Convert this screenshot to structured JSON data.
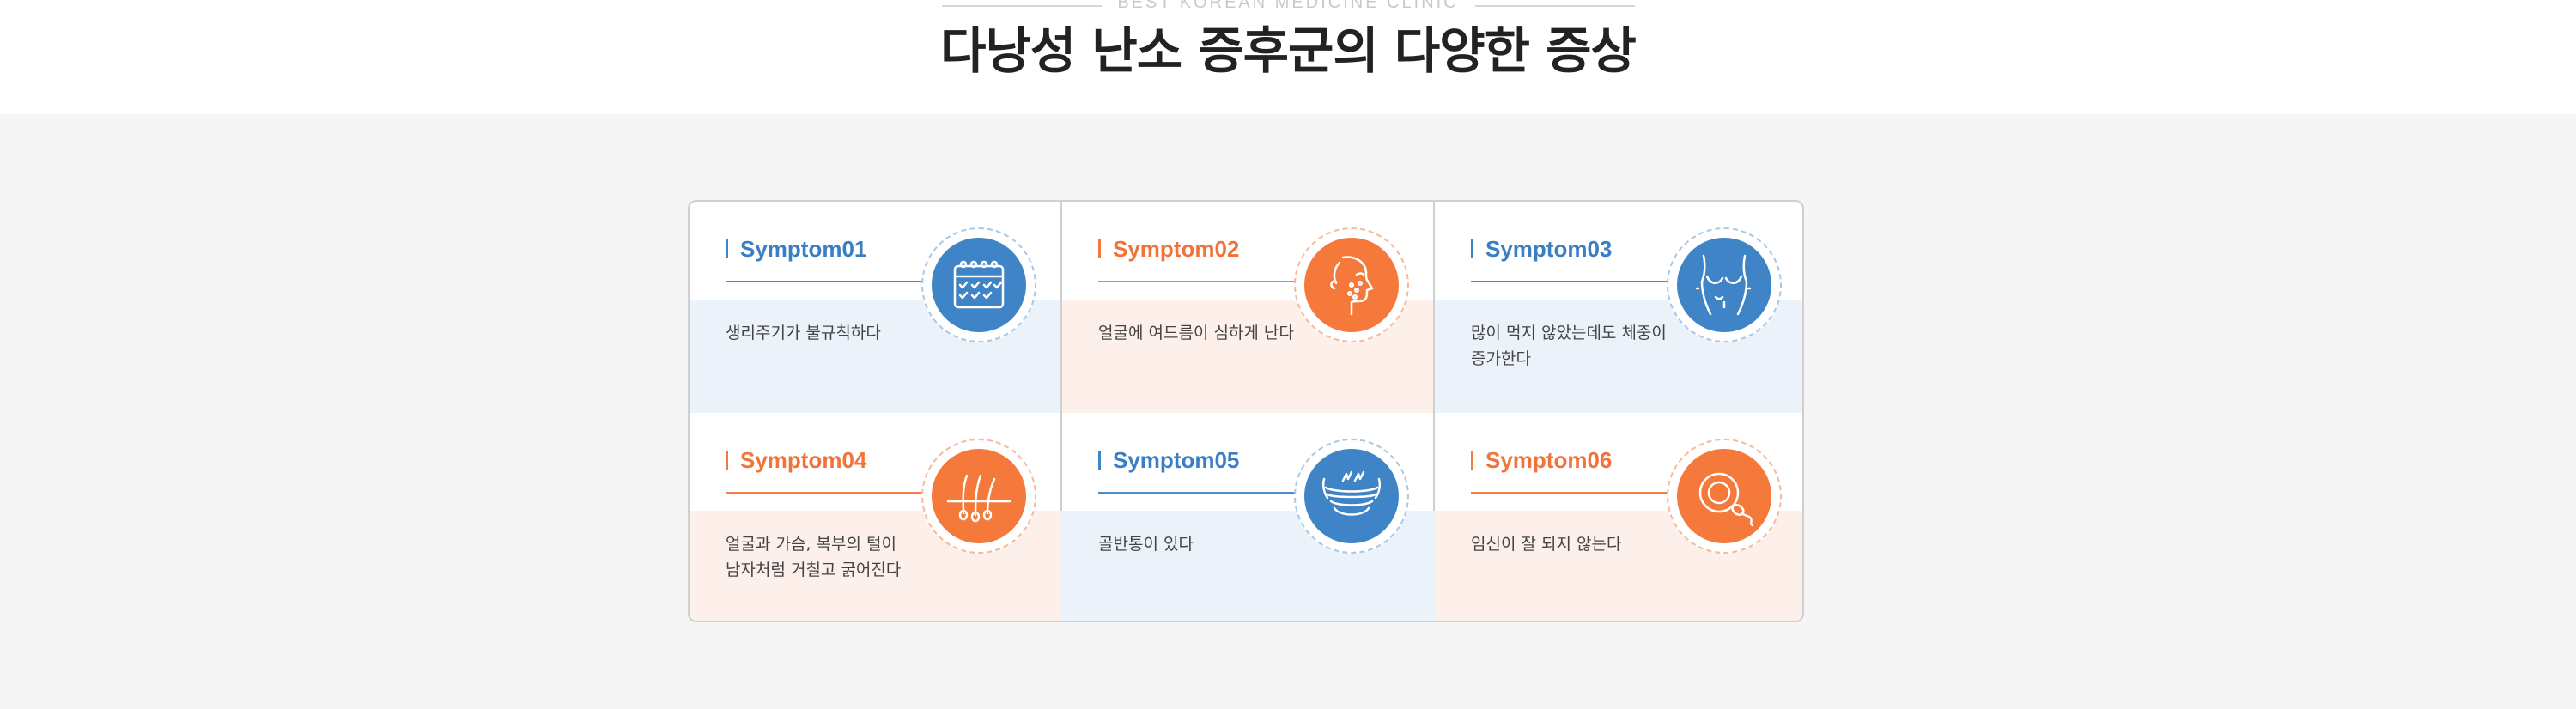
{
  "header": {
    "eyebrow": "BEST KOREAN MEDICINE CLINIC",
    "title": "다낭성 난소 증후군의 다양한 증상"
  },
  "colors": {
    "blue": "#3f84c6",
    "orange": "#f4793b"
  },
  "symptoms": [
    {
      "label": "Symptom01",
      "desc": "생리주기가 불규칙하다",
      "color": "blue",
      "icon": "calendar-icon"
    },
    {
      "label": "Symptom02",
      "desc": "얼굴에 여드름이 심하게 난다",
      "color": "orange",
      "icon": "face-acne-icon"
    },
    {
      "label": "Symptom03",
      "desc": "많이 먹지 않았는데도 체중이\n증가한다",
      "color": "blue",
      "icon": "body-weight-icon"
    },
    {
      "label": "Symptom04",
      "desc": "얼굴과 가슴, 복부의 털이\n남자처럼 거칠고 굵어진다",
      "color": "orange",
      "icon": "hair-follicle-icon"
    },
    {
      "label": "Symptom05",
      "desc": "골반통이 있다",
      "color": "blue",
      "icon": "pelvic-pain-icon"
    },
    {
      "label": "Symptom06",
      "desc": "임신이 잘 되지 않는다",
      "color": "orange",
      "icon": "egg-sperm-icon"
    }
  ]
}
